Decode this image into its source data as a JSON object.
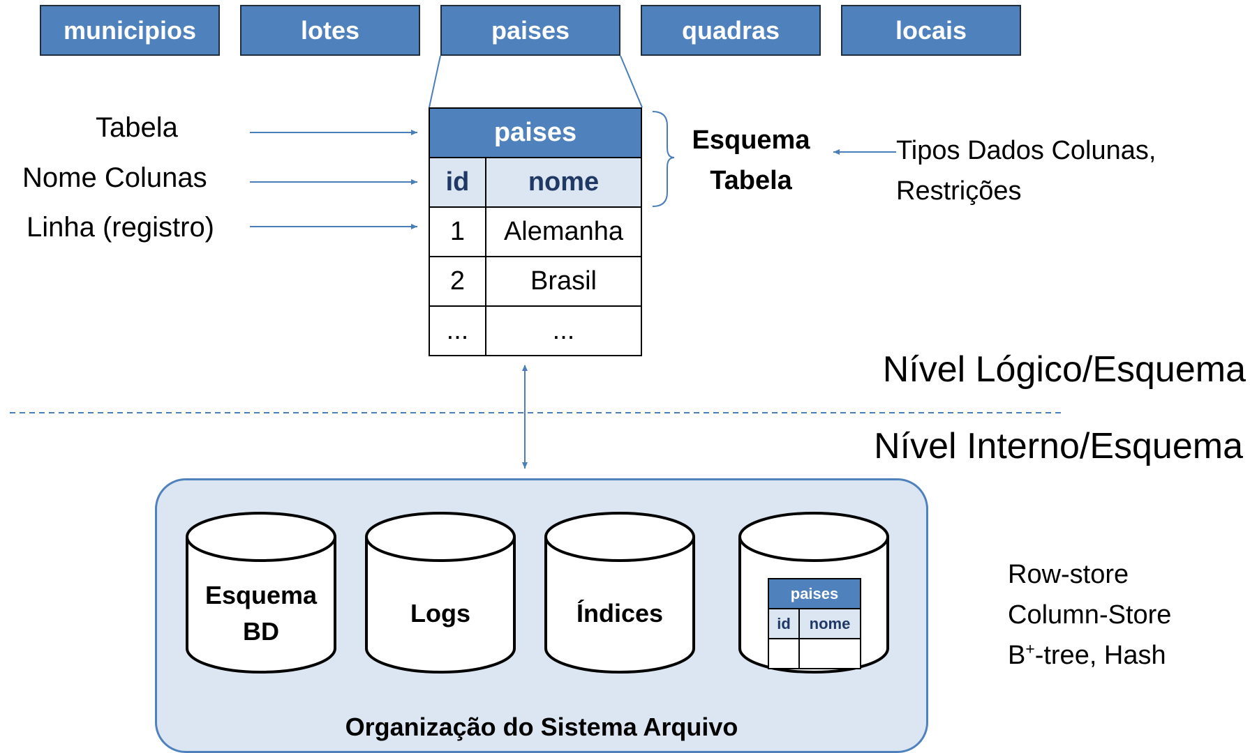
{
  "top_tables": [
    "municipios",
    "lotes",
    "paises",
    "quadras",
    "locais"
  ],
  "labels": {
    "tabela": "Tabela",
    "nome_colunas": "Nome Colunas",
    "linha": "Linha (registro)"
  },
  "table": {
    "title": "paises",
    "columns": [
      "id",
      "nome"
    ],
    "rows": [
      [
        "1",
        "Alemanha"
      ],
      [
        "2",
        "Brasil"
      ],
      [
        "...",
        "..."
      ]
    ]
  },
  "schema": {
    "line1": "Esquema",
    "line2": "Tabela"
  },
  "tipos": {
    "line1": "Tipos Dados Colunas,",
    "line2": "Restrições"
  },
  "levels": {
    "logico": "Nível Lógico/Esquema",
    "interno": "Nível Interno/Esquema"
  },
  "databases": [
    {
      "line1": "Esquema",
      "line2": "BD"
    },
    {
      "line1": "Logs"
    },
    {
      "line1": "Índices"
    }
  ],
  "mini_table": {
    "title": "paises",
    "columns": [
      "id",
      "nome"
    ]
  },
  "storage_label": "Organização do Sistema Arquivo",
  "storage_types": {
    "row_store": "Row-store",
    "column_store": "Column-Store",
    "btree_base": "B",
    "btree_sup": "+",
    "btree_rest": "-tree, Hash"
  },
  "colors": {
    "header_blue": "#4f81bd",
    "light_blue": "#dce6f2",
    "dark_text": "#1f3864",
    "line_blue": "#4a7ebb"
  }
}
